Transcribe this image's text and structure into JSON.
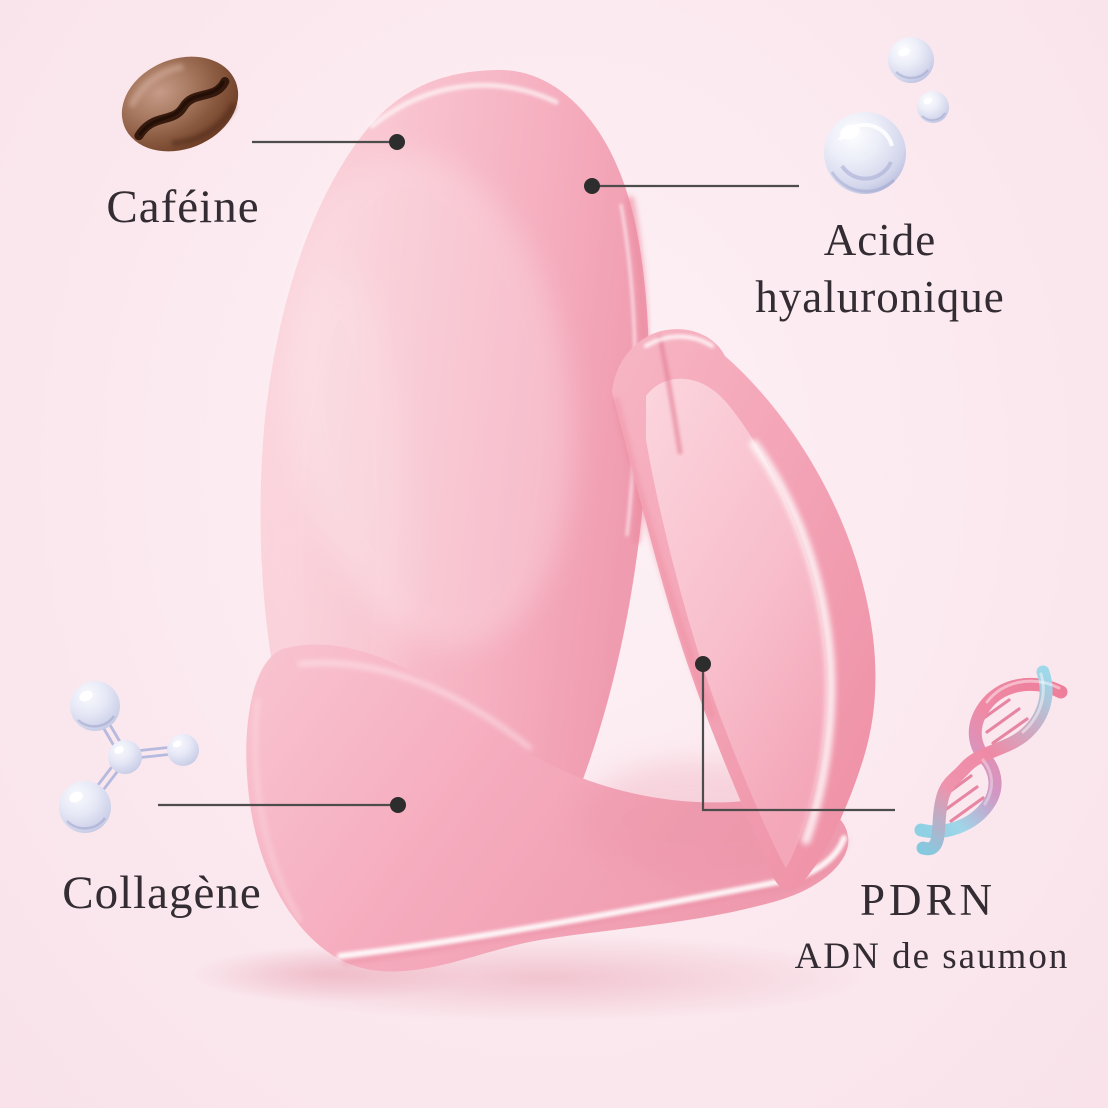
{
  "background": {
    "color": "#fbe9ef"
  },
  "product": {
    "color_base": "#f5adbe",
    "color_highlight": "#fcd9e0",
    "color_edge": "#ee8da3"
  },
  "callouts": {
    "cafeine": {
      "label": "Caféine",
      "icon": "coffee-bean-icon"
    },
    "acide_hyaluronique": {
      "label": "Acide hyaluronique",
      "icon": "bubbles-icon"
    },
    "collagene": {
      "label": "Collagène",
      "icon": "molecule-icon"
    },
    "pdrn": {
      "label": "PDRN",
      "sublabel": "ADN de saumon",
      "icon": "dna-helix-icon"
    }
  },
  "style": {
    "text_color": "#332d33",
    "line_color": "#4c4c4c",
    "dot_color": "#2d2d2d"
  }
}
